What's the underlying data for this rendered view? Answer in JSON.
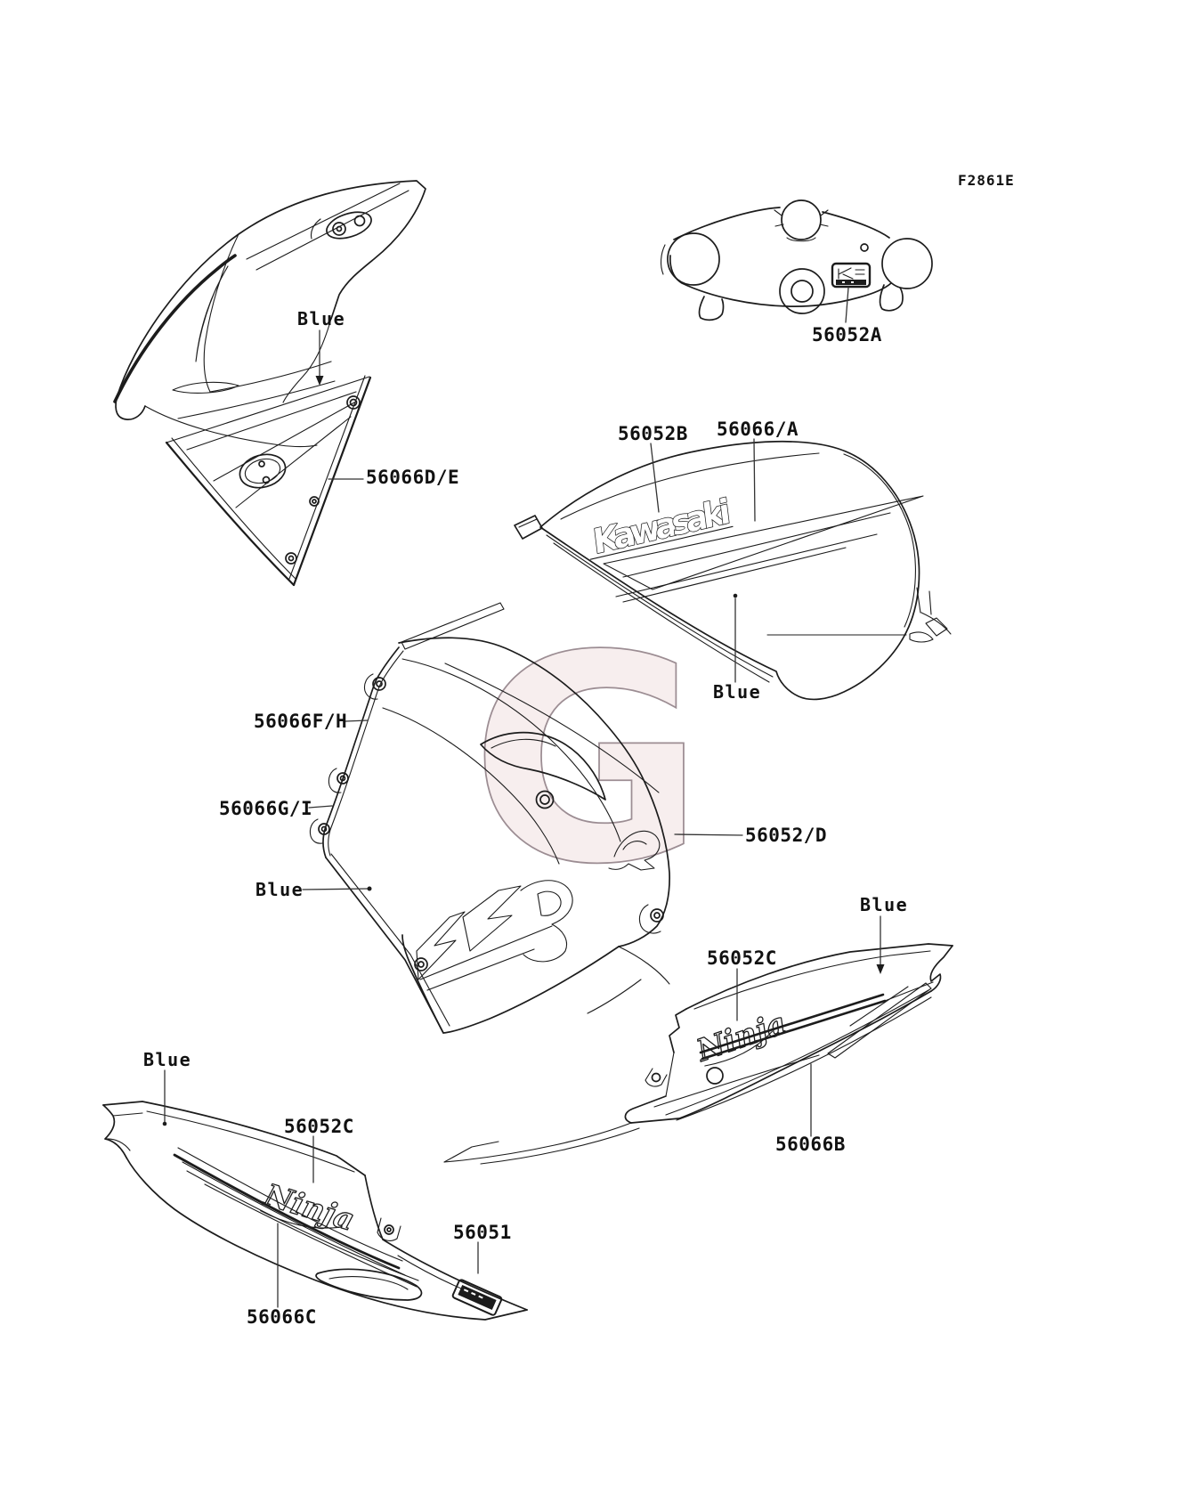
{
  "figure_code": "F2861E",
  "watermark": {
    "letter": "G",
    "fill": "#f7eeee",
    "stroke": "#9c8d93"
  },
  "colors": {
    "paper": "#ffffff",
    "line": "#1c1c1c",
    "leader": "#333333"
  },
  "diagrams": [
    {
      "part": "upper-cowling",
      "callouts": [
        {
          "text": "Blue"
        },
        {
          "text": "56066D/E"
        }
      ]
    },
    {
      "part": "steering-stem-head",
      "callouts": [
        {
          "text": "56052A"
        }
      ]
    },
    {
      "part": "fuel-tank",
      "decal_text": "Kawasaki",
      "callouts": [
        {
          "text": "56052B"
        },
        {
          "text": "56066/A"
        },
        {
          "text": "Blue"
        }
      ]
    },
    {
      "part": "side-fairing",
      "callouts": [
        {
          "text": "56066F/H"
        },
        {
          "text": "56066G/I"
        },
        {
          "text": "Blue"
        },
        {
          "text": "56052/D"
        }
      ]
    },
    {
      "part": "right-tail-cover",
      "decal_text": "Ninja",
      "callouts": [
        {
          "text": "Blue"
        },
        {
          "text": "56052C"
        },
        {
          "text": "56066B"
        }
      ]
    },
    {
      "part": "left-tail-cover",
      "decal_text": "Ninja",
      "callouts": [
        {
          "text": "Blue"
        },
        {
          "text": "56052C"
        },
        {
          "text": "56051"
        },
        {
          "text": "56066C"
        }
      ]
    }
  ]
}
